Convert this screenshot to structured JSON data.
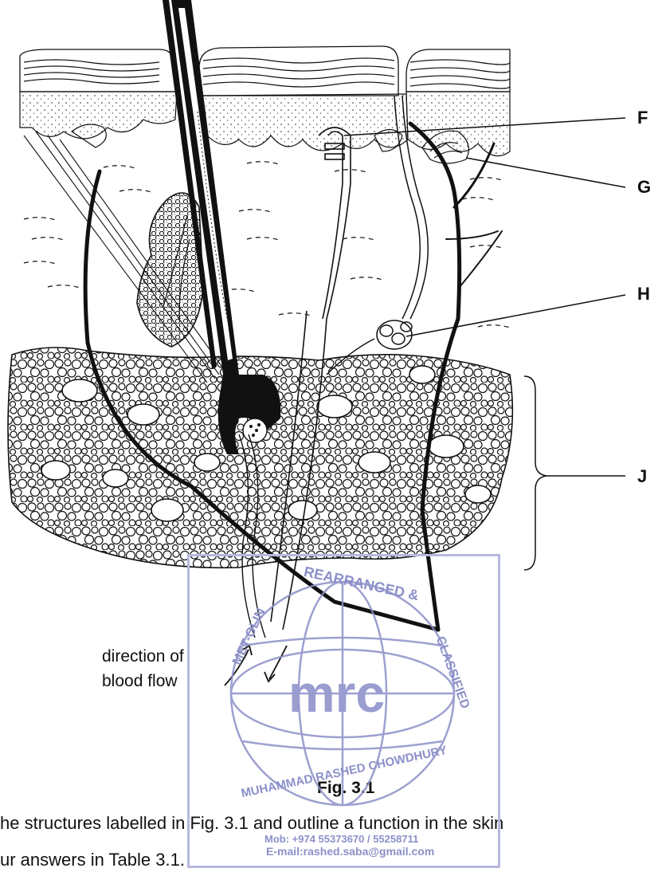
{
  "diagram": {
    "labels": {
      "F": "F",
      "G": "G",
      "H": "H",
      "J": "J"
    },
    "blood_flow_label_line1": "direction of",
    "blood_flow_label_line2": "blood flow",
    "figure_caption": "Fig. 3.1"
  },
  "question": {
    "line1": "he structures labelled in Fig. 3.1 and outline a function in the skin",
    "line2": "ur answers in Table 3.1."
  },
  "watermark": {
    "logo_text": "mrc",
    "ring_text_top": "REARRANGED &",
    "ring_text_right": "CLASSIFIED",
    "ring_text_left": "MET-OLIN",
    "ring_text_bottom": "MUHAMMAD RASHED CHOWDHURY",
    "mobile": "Mob:  +974 55373670 / 55258711",
    "email": "E-mail:rashed.saba@gmail.com",
    "color": "#8c90c8"
  }
}
